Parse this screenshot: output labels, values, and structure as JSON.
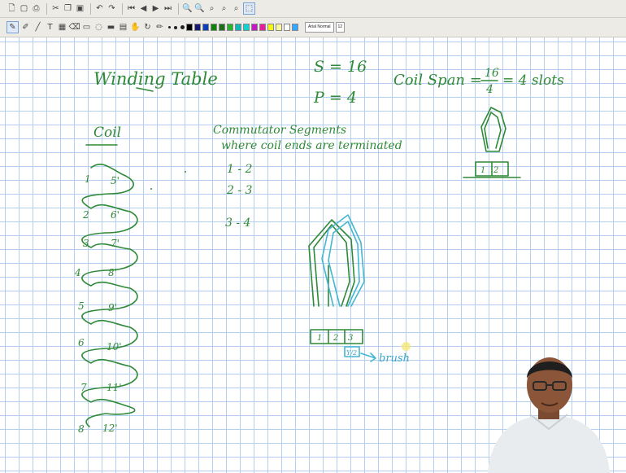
{
  "toolbar_top": {
    "buttons": [
      {
        "name": "new-page-icon",
        "glyph": "🗋"
      },
      {
        "name": "open-icon",
        "glyph": "▢"
      },
      {
        "name": "print-icon",
        "glyph": "⎙"
      },
      {
        "name": "cut-icon",
        "glyph": "✂"
      },
      {
        "name": "copy-icon",
        "glyph": "❐"
      },
      {
        "name": "paste-icon",
        "glyph": "▣"
      },
      {
        "name": "undo-icon",
        "glyph": "↶"
      },
      {
        "name": "redo-icon",
        "glyph": "↷"
      },
      {
        "name": "first-page-icon",
        "glyph": "⏮"
      },
      {
        "name": "prev-page-icon",
        "glyph": "◀"
      },
      {
        "name": "next-page-icon",
        "glyph": "▶"
      },
      {
        "name": "last-page-icon",
        "glyph": "⏭"
      },
      {
        "name": "zoom-in-icon",
        "glyph": "🔍"
      },
      {
        "name": "zoom-out-icon",
        "glyph": "🔍"
      },
      {
        "name": "zoom-fit-icon",
        "glyph": "⌕"
      },
      {
        "name": "zoom-width-icon",
        "glyph": "⌕"
      },
      {
        "name": "zoom-custom-icon",
        "glyph": "⌕"
      },
      {
        "name": "select-tool-icon",
        "glyph": "⬚"
      }
    ]
  },
  "toolbar_pen": {
    "tools": [
      {
        "name": "pen-tool-icon",
        "glyph": "✎"
      },
      {
        "name": "highlighter-tool-icon",
        "glyph": "✐"
      },
      {
        "name": "line-tool-icon",
        "glyph": "╱"
      },
      {
        "name": "text-tool-icon",
        "glyph": "T"
      },
      {
        "name": "image-tool-icon",
        "glyph": "▦"
      },
      {
        "name": "eraser-tool-icon",
        "glyph": "⌫"
      },
      {
        "name": "shape-tool-icon",
        "glyph": "▭"
      },
      {
        "name": "lasso-tool-icon",
        "glyph": "◌"
      },
      {
        "name": "ruler-tool-icon",
        "glyph": "▬"
      },
      {
        "name": "grid-tool-icon",
        "glyph": "▤"
      },
      {
        "name": "hand-tool-icon",
        "glyph": "✋"
      },
      {
        "name": "refresh-icon",
        "glyph": "↻"
      },
      {
        "name": "pencil-icon",
        "glyph": "✏"
      }
    ],
    "colors": [
      "#000000",
      "#1a1a6e",
      "#0c3fb8",
      "#13820f",
      "#1f6d1a",
      "#2bb22b",
      "#0fb8b8",
      "#11d1d1",
      "#c21bc2",
      "#e61f9b",
      "#f5f517",
      "#f8f8a0",
      "#ffffff",
      "#35a7ff"
    ],
    "font_name": "Arial Normal",
    "font_size": "12"
  },
  "notes": {
    "title": "Winding Table",
    "s_eq": "S = 16",
    "p_eq": "P = 4",
    "coil_span_label": "Coil Span =",
    "coil_span_num": "16",
    "coil_span_den": "4",
    "coil_span_result": "= 4 slots",
    "coil_heading": "Coil",
    "commutator_heading": "Commutator Segments",
    "commutator_sub": "where coil ends are terminated",
    "segments": [
      "1 - 2",
      "2 - 3",
      "3 - 4"
    ],
    "coil_labels_left": [
      "1",
      "2",
      "3",
      "4",
      "5",
      "6",
      "7",
      "8"
    ],
    "coil_labels_right": [
      "5'",
      "6'",
      "7'",
      "8'",
      "9'",
      "10'",
      "11'",
      "12'"
    ],
    "small_slots": [
      "1",
      "2"
    ],
    "big_slots": [
      "1",
      "2",
      "3"
    ],
    "brush_label": "brush",
    "brush_box": "Y/2"
  }
}
